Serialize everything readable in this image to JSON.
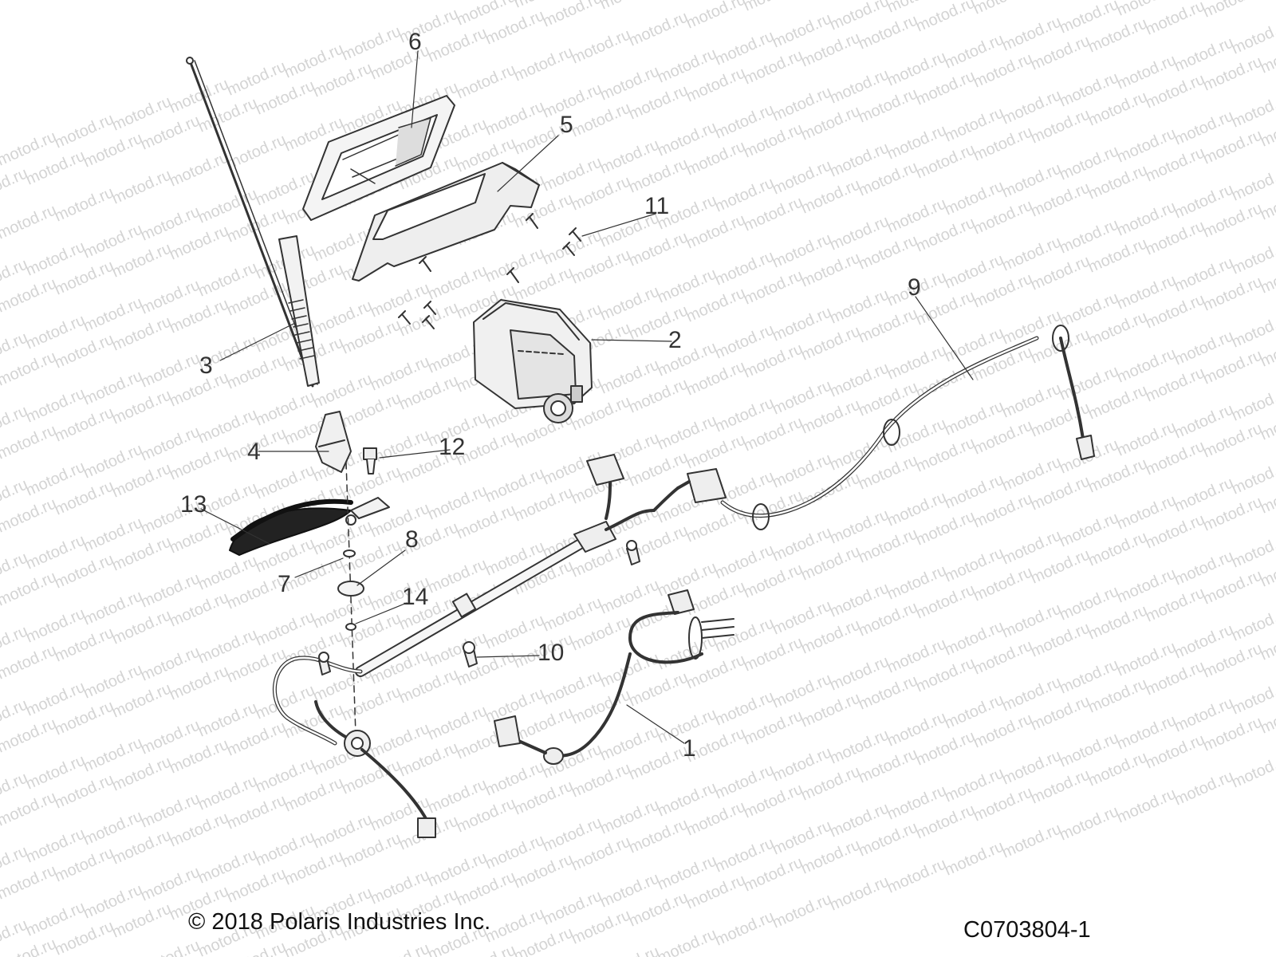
{
  "watermark": {
    "text": "motod.ru",
    "color": "#d4d4d4"
  },
  "callouts": [
    {
      "id": "1",
      "label": "1"
    },
    {
      "id": "2",
      "label": "2"
    },
    {
      "id": "3",
      "label": "3"
    },
    {
      "id": "4",
      "label": "4"
    },
    {
      "id": "5",
      "label": "5"
    },
    {
      "id": "6",
      "label": "6"
    },
    {
      "id": "7",
      "label": "7"
    },
    {
      "id": "8",
      "label": "8"
    },
    {
      "id": "9",
      "label": "9"
    },
    {
      "id": "10",
      "label": "10"
    },
    {
      "id": "11",
      "label": "11"
    },
    {
      "id": "12",
      "label": "12"
    },
    {
      "id": "13",
      "label": "13"
    },
    {
      "id": "14",
      "label": "14"
    }
  ],
  "footer": {
    "copyright": "© 2018 Polaris Industries Inc.",
    "drawing_number": "C0703804-1"
  },
  "colors": {
    "line": "#333333",
    "part_fill": "#f2f2f2",
    "dark": "#222222"
  }
}
